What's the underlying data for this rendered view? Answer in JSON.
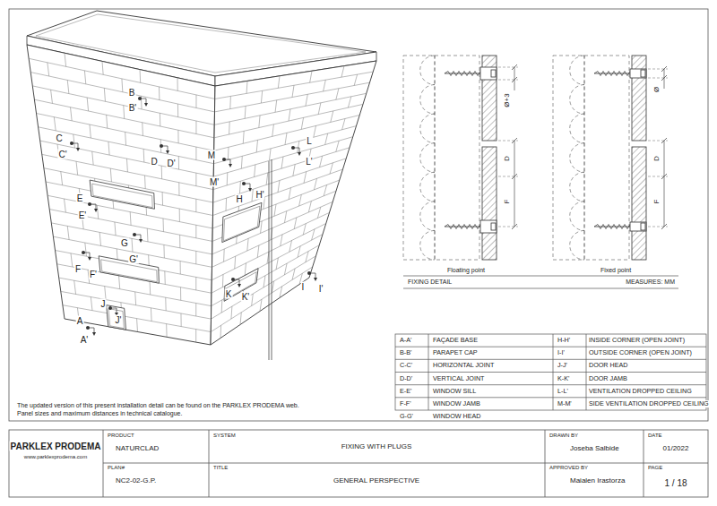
{
  "diagram": {
    "labels": [
      "B",
      "B'",
      "C",
      "C'",
      "D",
      "D'",
      "M",
      "M'",
      "L",
      "L'",
      "E",
      "E'",
      "H",
      "H'",
      "G",
      "G'",
      "F",
      "F'",
      "K",
      "K'",
      "I",
      "I'",
      "J",
      "J'",
      "A",
      "A'",
      "Ø+3",
      "D",
      "F",
      "Floating point",
      "Ø",
      "D",
      "F",
      "Fixed point",
      "FIXING DETAIL",
      "MEASURES: MM",
      "A-A'",
      "FAÇADE BASE",
      "H-H'",
      "INSIDE CORNER (OPEN JOINT)",
      "B-B'",
      "PARAPET CAP",
      "I-I'",
      "OUTSIDE CORNER (OPEN JOINT)",
      "C-C'",
      "HORIZONTAL JOINT",
      "J-J'",
      "DOOR HEAD",
      "D-D'",
      "VERTICAL JOINT",
      "K-K'",
      "DOOR JAMB",
      "E-E'",
      "WINDOW SILL",
      "L-L'",
      "VENTILATION DROPPED CEILING",
      "F-F'",
      "WINDOW JAMB",
      "M-M'",
      "SIDE VENTILATION DROPPED CEILING",
      "G-G'",
      "WINDOW HEAD",
      "The updated version of this present installation detail can be found on the PARKLEX PRODEMA web.",
      "Panel sizes and maximum distances in technical catalogue.",
      "PARKLEX PRODEMA",
      "www.parklexprodema.com",
      "PRODUCT",
      "NATURCLAD",
      "SYSTEM",
      "FIXING WITH PLUGS",
      "DRAWN BY",
      "Joseba Salbide",
      "DATE",
      "01/2022",
      "PLAN#",
      "NC2-02-G.P.",
      "TITLE",
      "GENERAL PERSPECTIVE",
      "APPROVED BY",
      "Maialen Irastorza",
      "PAGE",
      "1 / 18"
    ]
  }
}
